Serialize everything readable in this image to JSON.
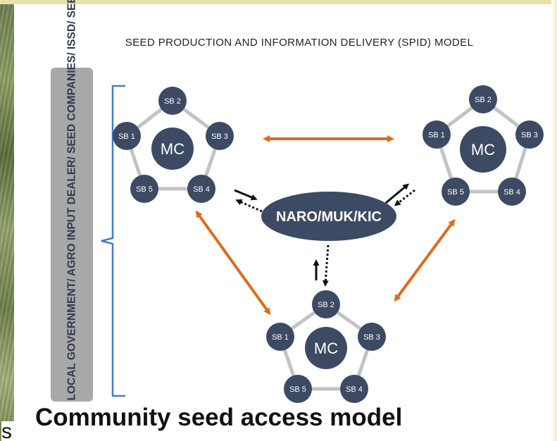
{
  "diagram": {
    "title": "SEED PRODUCTION AND INFORMATION DELIVERY (SPID) MODEL",
    "side_label": "LOCAL GOVERNMENT/ AGRO INPUT DEALER/ SEED COMPANIES/ ISSD/ SEED INSPECTORS/ MAAIF",
    "hub_label": "NARO/MUK/KIC",
    "clusters": [
      {
        "center": "MC",
        "nodes": [
          "SB 1",
          "SB 2",
          "SB 3",
          "SB 4",
          "SB 5"
        ]
      },
      {
        "center": "MC",
        "nodes": [
          "SB 1",
          "SB 2",
          "SB 3",
          "SB 4",
          "SB 5"
        ]
      },
      {
        "center": "MC",
        "nodes": [
          "SB 1",
          "SB 2",
          "SB 3",
          "SB 4",
          "SB 5"
        ]
      }
    ],
    "colors": {
      "node": "#3d4a63",
      "ring": "#c3c3c3",
      "orange_arrow": "#e06a1b",
      "bracket": "#4a7ac9"
    }
  },
  "slide": {
    "heading": "Community seed access model",
    "corner_fragment": "s"
  }
}
